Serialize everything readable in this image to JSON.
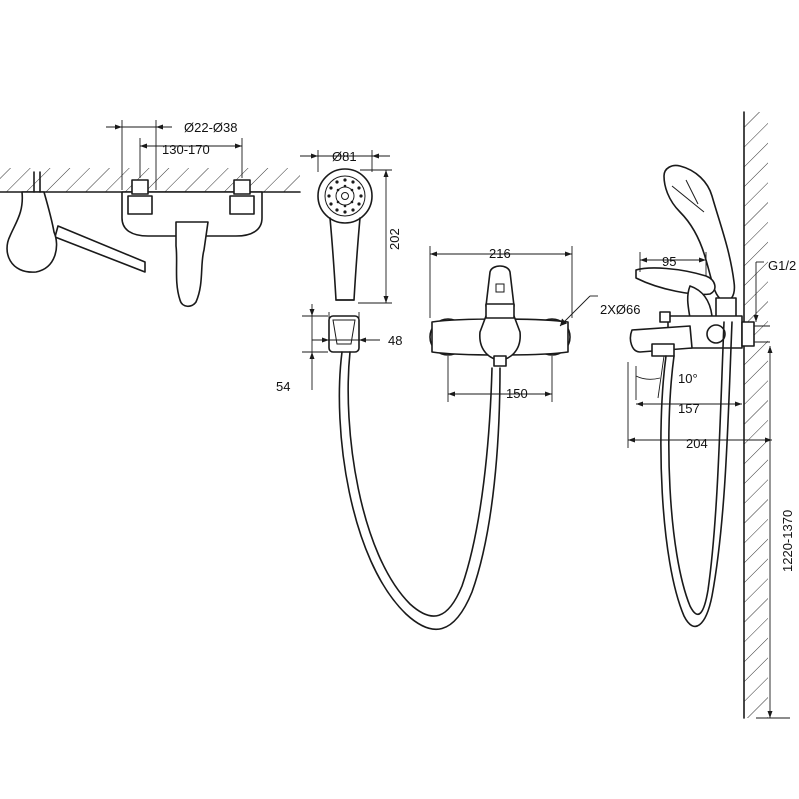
{
  "labels": {
    "spout_diameter_range": "Ø22-Ø38",
    "center_distance_range": "130-170",
    "shower_head_diameter": "Ø81",
    "shower_handle_height": "202",
    "holder_width": "48",
    "holder_height": "54",
    "mixer_body_width": "216",
    "flange_count_diameter": "2XØ66",
    "connection_distance": "150",
    "lever_length": "95",
    "thread_size": "G1/2",
    "spout_angle": "10°",
    "spout_depth": "157",
    "overall_depth": "204",
    "mounting_height_range": "1220-1370"
  }
}
